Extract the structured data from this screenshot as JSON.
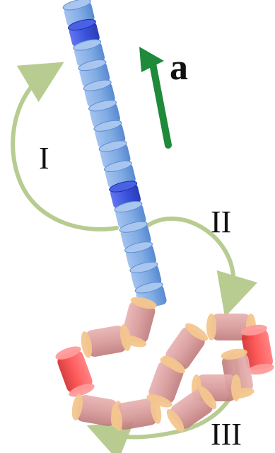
{
  "labels": {
    "vector": "a",
    "stage_1": "I",
    "stage_2": "II",
    "stage_3": "III"
  },
  "colors": {
    "helix_light": "#7aa7e2",
    "helix_dark": "#2f49d8",
    "coil_light": "#d89a9a",
    "coil_dark": "#ff4f4f",
    "coil_cap": "#f3c68e",
    "arrow_vector": "#1e8a3a",
    "arc": "#b8cc91"
  },
  "structure": {
    "helix_segments": 15,
    "helix_highlight_segments": [
      2,
      10
    ],
    "coil_segments": 12,
    "coil_highlight_segments": [
      3,
      9
    ]
  }
}
